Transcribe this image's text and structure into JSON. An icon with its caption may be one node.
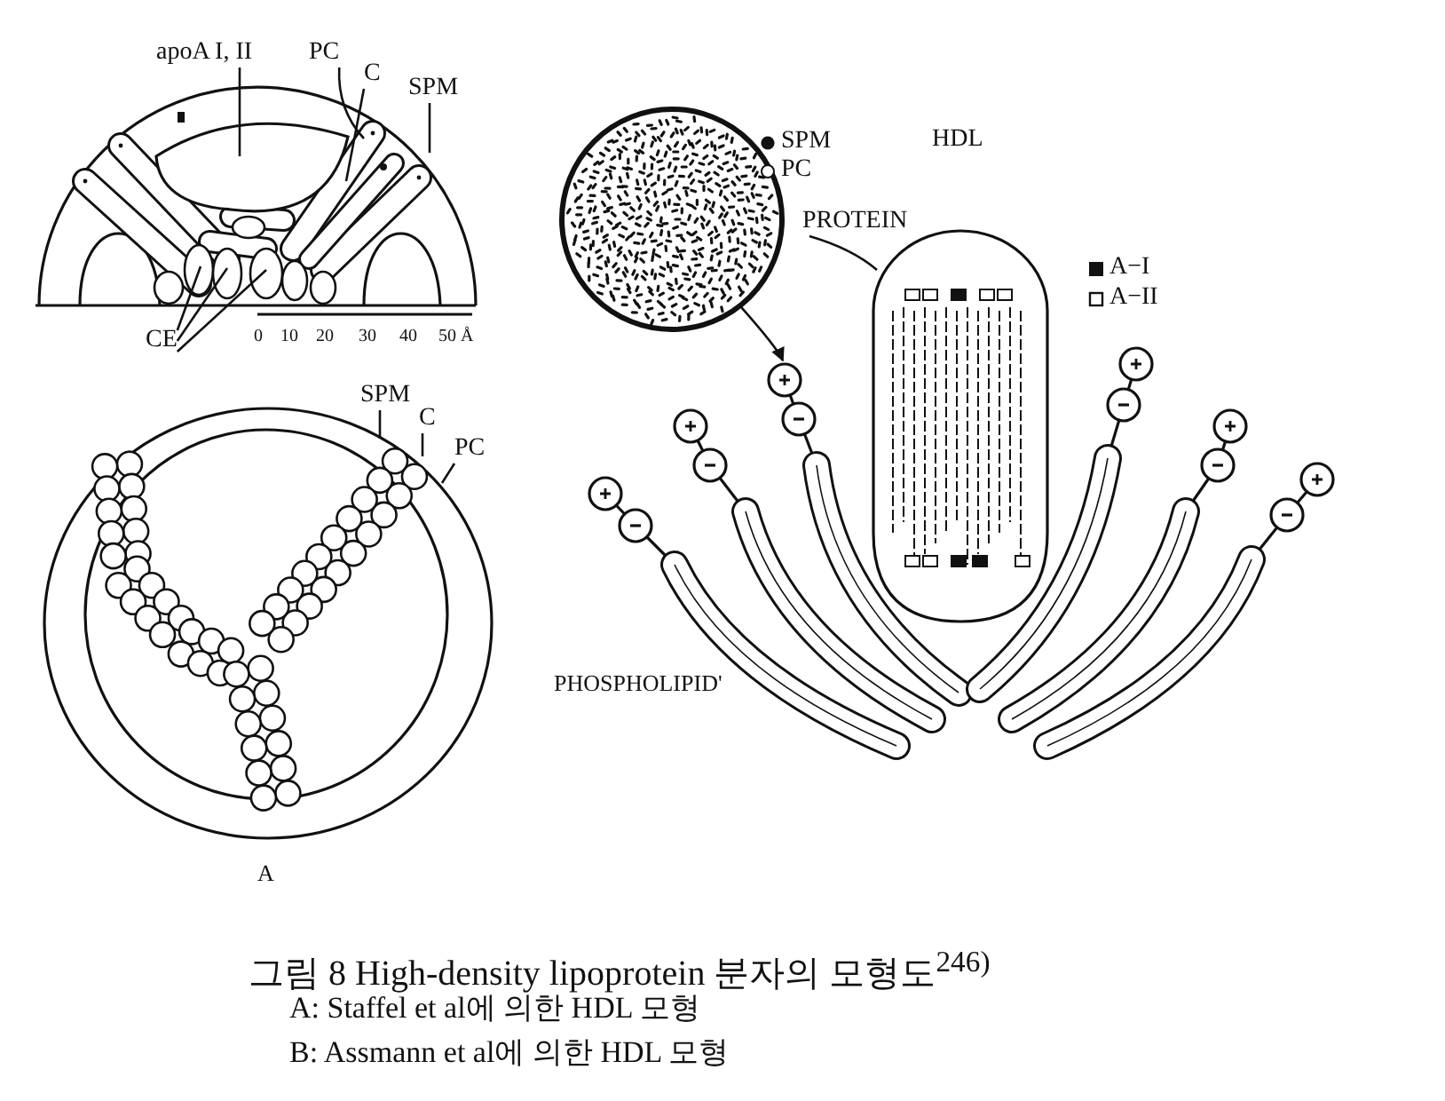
{
  "diagram": {
    "caption": "그림 8 High-density lipoprotein 분자의 모형도$^{246)}$",
    "nodes": [
      {
        "text": [
          "apoA I, II"
        ]
      },
      {
        "text": [
          "PC"
        ]
      },
      {
        "text": [
          "C"
        ]
      },
      {
        "text": [
          "SPM"
        ]
      },
      {
        "text": [
          "CE"
        ]
      },
      {
        "text": [
          "SPM"
        ]
      },
      {
        "text": [
          "C"
        ]
      },
      {
        "text": [
          "PC"
        ]
      },
      {
        "text": [
          "PROTEIN"
        ]
      },
      {
        "text": [],
        "shape": "picture"
      }
    ],
    "edges": [
      {
        "from": 0,
        "to": null,
        "arrow": "none"
      },
      {
        "from": 1,
        "to": null,
        "arrow": "none"
      },
      {
        "from": 2,
        "to": null,
        "arrow": "none"
      },
      {
        "from": 3,
        "to": null,
        "arrow": "none"
      },
      {
        "from": 4,
        "to": null,
        "arrow": "none"
      },
      {
        "from": 4,
        "to": null,
        "arrow": "none"
      },
      {
        "from": 4,
        "to": null,
        "arrow": "none"
      },
      {
        "from": 5,
        "to": null,
        "arrow": "none"
      },
      {
        "from": 6,
        "to": null,
        "arrow": "none"
      },
      {
        "from": 7,
        "to": null,
        "arrow": "none"
      },
      {
        "from": 8,
        "to": null,
        "arrow": "none"
      },
      {
        "from": 9,
        "to": null,
        "arrow": "to"
      }
    ],
    "labels": [
      "HDL",
      "0",
      "10",
      "20",
      "30",
      "40",
      "50 Å",
      "PHOSPHOLIPID'",
      "A",
      "A: Staffel et al에 의한 HDL 모형",
      "B: Assmann et al에 의한 HDL 모형"
    ],
    "legend": [
      {
        "text": "SPM"
      },
      {
        "text": "PC"
      },
      {
        "text": "A−I"
      },
      {
        "text": "A−II"
      }
    ]
  }
}
